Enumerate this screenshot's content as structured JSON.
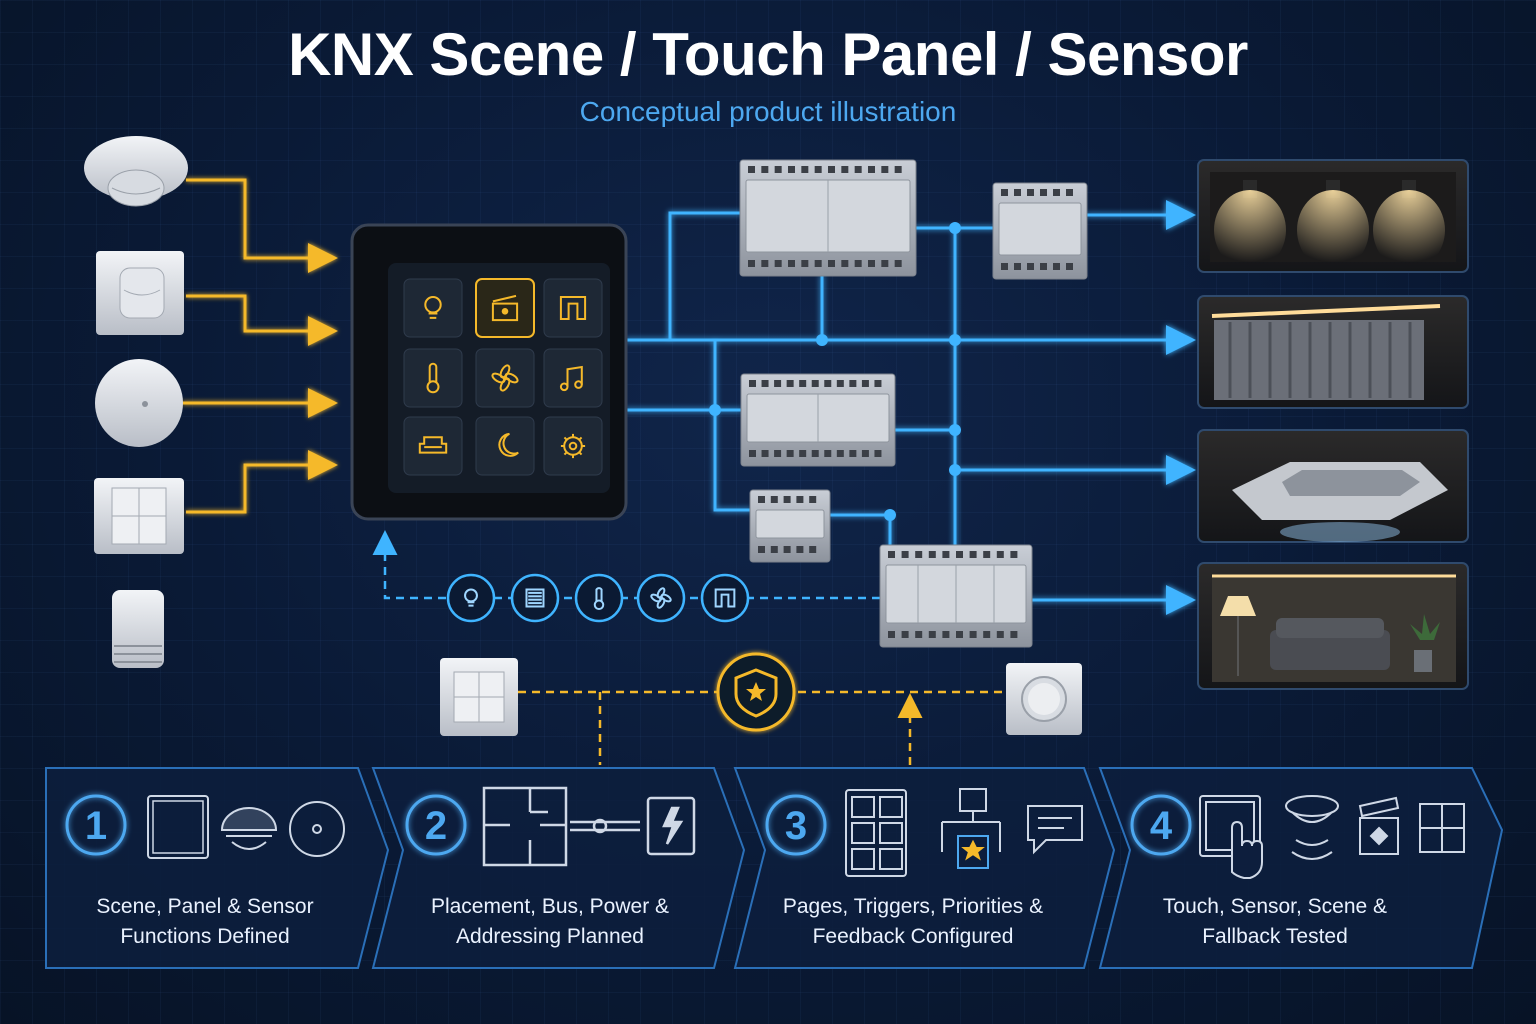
{
  "header": {
    "title": "KNX Scene / Touch Panel / Sensor",
    "subtitle": "Conceptual product illustration"
  },
  "colors": {
    "background": "#0a1a36",
    "sensor_line": "#f5b92a",
    "bus_line": "#3fb4ff",
    "accent_blue": "#4da8f0",
    "panel_icon_amber": "#f5b92a"
  },
  "inputs": {
    "devices": [
      {
        "icon": "ceiling-presence-sensor-icon"
      },
      {
        "icon": "wall-motion-sensor-icon"
      },
      {
        "icon": "round-sensor-icon"
      },
      {
        "icon": "four-gang-push-button-icon"
      },
      {
        "icon": "air-quality-sensor-icon"
      }
    ]
  },
  "touch_panel": {
    "tiles": [
      {
        "icon": "light-bulb-icon"
      },
      {
        "icon": "scene-clapperboard-icon",
        "active": true
      },
      {
        "icon": "curtain-icon"
      },
      {
        "icon": "thermometer-icon"
      },
      {
        "icon": "fan-icon"
      },
      {
        "icon": "music-note-icon"
      },
      {
        "icon": "sofa-icon"
      },
      {
        "icon": "moon-night-icon"
      },
      {
        "icon": "settings-gear-icon"
      }
    ]
  },
  "feedback_icons": [
    {
      "icon": "light-bulb-icon"
    },
    {
      "icon": "blind-icon"
    },
    {
      "icon": "thermometer-icon"
    },
    {
      "icon": "fan-icon"
    },
    {
      "icon": "window-shade-icon"
    }
  ],
  "outputs": [
    {
      "icon": "spotlights-scene-icon"
    },
    {
      "icon": "curtain-scene-icon"
    },
    {
      "icon": "ceiling-ac-cassette-icon"
    },
    {
      "icon": "living-room-scene-icon"
    }
  ],
  "fallback": {
    "left": "wall-switch-icon",
    "center": "shield-star-icon",
    "right": "rotary-dimmer-icon"
  },
  "steps": [
    {
      "number": "1",
      "caption_line1": "Scene, Panel & Sensor",
      "caption_line2": "Functions Defined"
    },
    {
      "number": "2",
      "caption_line1": "Placement, Bus, Power &",
      "caption_line2": "Addressing Planned"
    },
    {
      "number": "3",
      "caption_line1": "Pages, Triggers, Priorities &",
      "caption_line2": "Feedback Configured"
    },
    {
      "number": "4",
      "caption_line1": "Touch, Sensor, Scene &",
      "caption_line2": "Fallback Tested"
    }
  ]
}
